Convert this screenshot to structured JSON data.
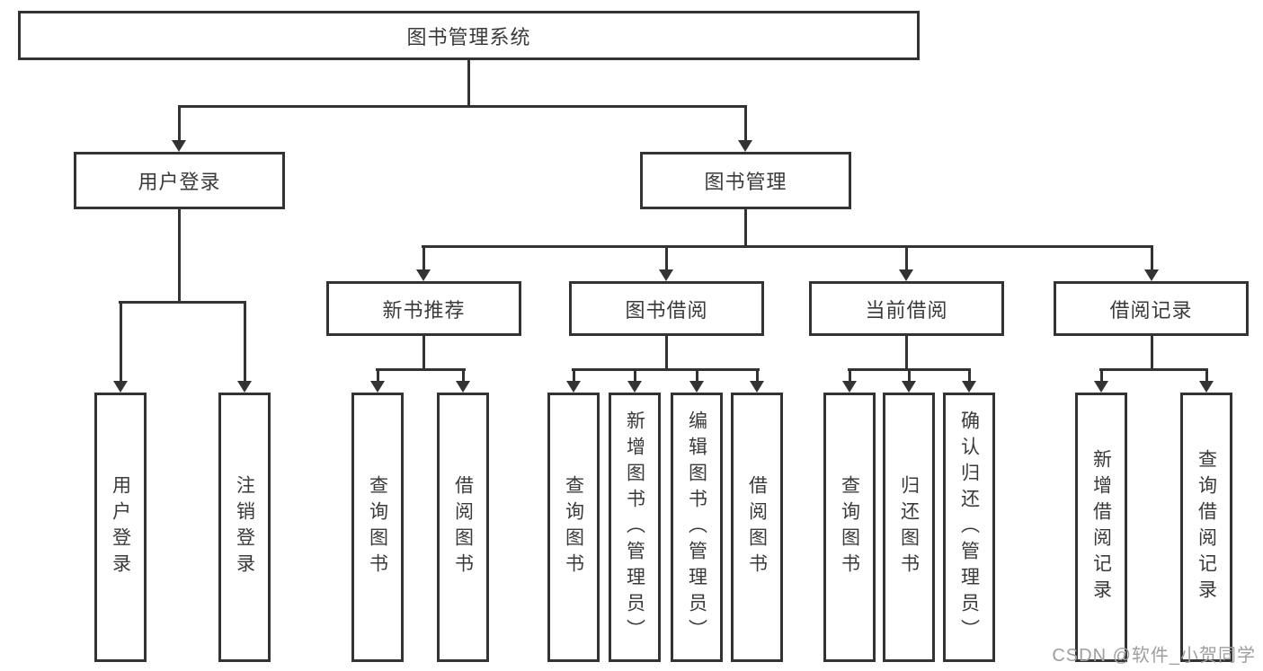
{
  "diagram": {
    "title": "图书管理系统",
    "nodes": {
      "root": "图书管理系统",
      "user_login": "用户登录",
      "book_mgmt": "图书管理",
      "new_books": "新书推荐",
      "book_borrow": "图书借阅",
      "current_borrow": "当前借阅",
      "borrow_records": "借阅记录"
    },
    "leaves": {
      "user_login": [
        "用户登录",
        "注销登录"
      ],
      "new_books": [
        "查询图书",
        "借阅图书"
      ],
      "book_borrow": [
        "查询图书",
        "新增图书（管理员）",
        "编辑图书（管理员）",
        "借阅图书"
      ],
      "current_borrow": [
        "查询图书",
        "归还图书",
        "确认归还（管理员）"
      ],
      "borrow_records": [
        "新增借阅记录",
        "查询借阅记录"
      ]
    },
    "colors": {
      "line": "#333333",
      "text": "#3a3a3a",
      "background": "#ffffff",
      "watermark_color": "#9e9e9e"
    }
  },
  "watermark": "CSDN @软件_小贺同学"
}
